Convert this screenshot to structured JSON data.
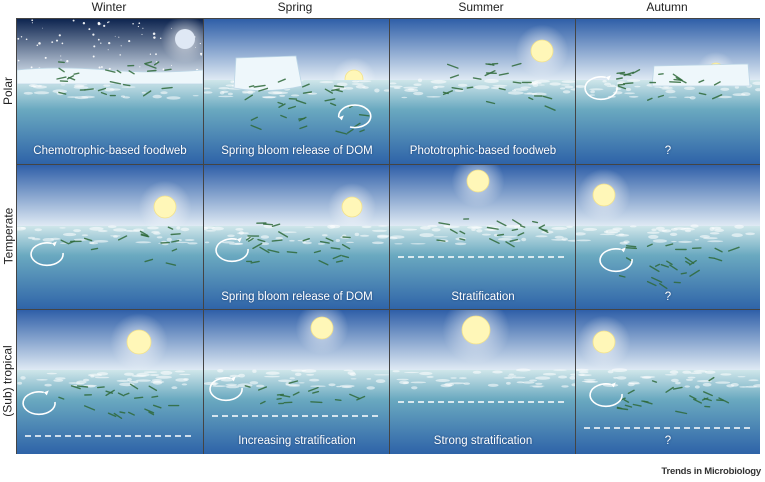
{
  "columns": [
    "Winter",
    "Spring",
    "Summer",
    "Autumn"
  ],
  "rows": [
    "Polar",
    "Temperate",
    "(Sub) tropical"
  ],
  "captions": [
    [
      "Chemotrophic-based foodweb",
      "Spring bloom release of DOM",
      "Phototrophic-based foodweb",
      "?"
    ],
    [
      "",
      "Spring bloom release of DOM",
      "Stratification",
      "?"
    ],
    [
      "",
      "Increasing stratification",
      "Strong stratification",
      "?"
    ]
  ],
  "footer": "Trends in Microbiology",
  "colors": {
    "sky_top": "#2f5fa8",
    "sky_horizon": "#dfeaf4",
    "water_top": "#cfe6ea",
    "water_mid": "#6aa9c0",
    "water_deep": "#2e63a8",
    "night_sky": "#0e2550",
    "ice": "#eef7fb",
    "sun": "#fff7b8",
    "moon": "#dfe8f5",
    "plankton": "#2f6a3a"
  }
}
